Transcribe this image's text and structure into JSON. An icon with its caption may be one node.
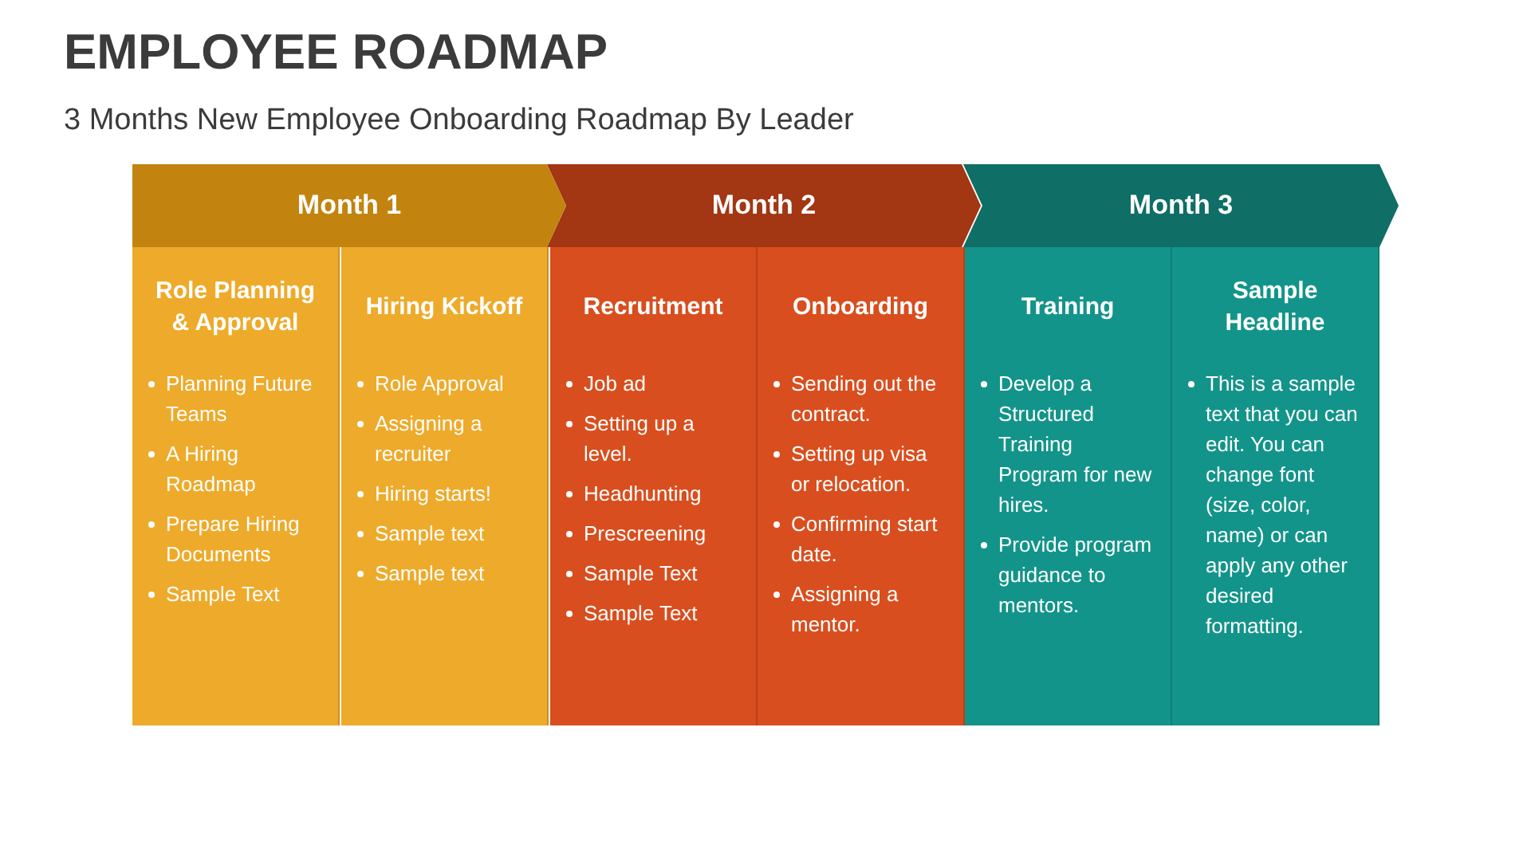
{
  "diagram": {
    "title": "EMPLOYEE ROADMAP",
    "caption": "3 Months New Employee Onboarding Roadmap By Leader",
    "nodes": [
      {
        "text": [
          "Month 1"
        ]
      },
      {
        "text": [
          "Month 2"
        ]
      },
      {
        "text": [
          "Month 3"
        ]
      },
      {
        "text": [
          "Role Planning & Approval",
          "Planning Future Teams",
          "A Hiring Roadmap",
          "Prepare Hiring Documents",
          "Sample Text"
        ]
      },
      {
        "text": [
          "Hiring Kickoff",
          "Role Approval",
          "Assigning a recruiter",
          "Hiring starts!",
          "Sample text",
          "Sample text"
        ]
      },
      {
        "text": [
          "Recruitment",
          "Job ad",
          "Setting up a level.",
          "Headhunting",
          "Prescreening",
          "Sample Text",
          "Sample Text"
        ]
      },
      {
        "text": [
          "Onboarding",
          "Sending out the contract.",
          "Setting up visa or relocation.",
          "Confirming start date.",
          "Assigning a mentor."
        ]
      },
      {
        "text": [
          "Training",
          "Develop a Structured Training Program for new hires.",
          "Provide program guidance to mentors."
        ]
      },
      {
        "text": [
          "Sample Headline",
          "This is a sample text that you can edit. You can change font (size, color, name) or can apply any other desired formatting."
        ]
      }
    ]
  }
}
